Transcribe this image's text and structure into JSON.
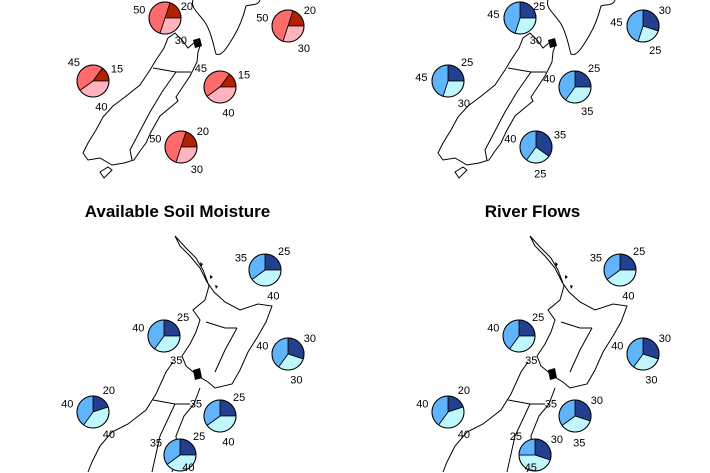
{
  "colors": {
    "red": [
      "#b32200",
      "#ff6a6a",
      "#ffb3bd"
    ],
    "blue": [
      "#233f8f",
      "#bff7fd",
      "#5fb4fb"
    ]
  },
  "chart_data": [
    {
      "type": "pie-map",
      "palette": "red",
      "title": "",
      "pies": [
        {
          "values": [
            20,
            50,
            30
          ]
        },
        {
          "values": [
            20,
            50,
            30
          ]
        },
        {
          "values": [
            15,
            45,
            40
          ]
        },
        {
          "values": [
            15,
            45,
            40
          ]
        },
        {
          "values": [
            20,
            50,
            30
          ]
        }
      ]
    },
    {
      "type": "pie-map",
      "palette": "blue",
      "title": "",
      "pies": [
        {
          "values": [
            25,
            30,
            45
          ]
        },
        {
          "values": [
            30,
            25,
            45
          ]
        },
        {
          "values": [
            25,
            30,
            45
          ]
        },
        {
          "values": [
            25,
            35,
            40
          ]
        },
        {
          "values": [
            35,
            25,
            40
          ]
        }
      ]
    },
    {
      "type": "pie-map",
      "palette": "blue",
      "title": "Available Soil Moisture",
      "pies": [
        {
          "values": [
            25,
            40,
            35
          ]
        },
        {
          "values": [
            25,
            35,
            40
          ]
        },
        {
          "values": [
            30,
            30,
            40
          ]
        },
        {
          "values": [
            20,
            40,
            40
          ]
        },
        {
          "values": [
            25,
            40,
            35
          ]
        },
        {
          "values": [
            25,
            40,
            35
          ]
        }
      ]
    },
    {
      "type": "pie-map",
      "palette": "blue",
      "title": "River Flows",
      "pies": [
        {
          "values": [
            25,
            40,
            35
          ]
        },
        {
          "values": [
            25,
            35,
            40
          ]
        },
        {
          "values": [
            30,
            30,
            40
          ]
        },
        {
          "values": [
            20,
            40,
            40
          ]
        },
        {
          "values": [
            30,
            35,
            35
          ]
        },
        {
          "values": [
            30,
            45,
            25
          ]
        }
      ]
    }
  ]
}
